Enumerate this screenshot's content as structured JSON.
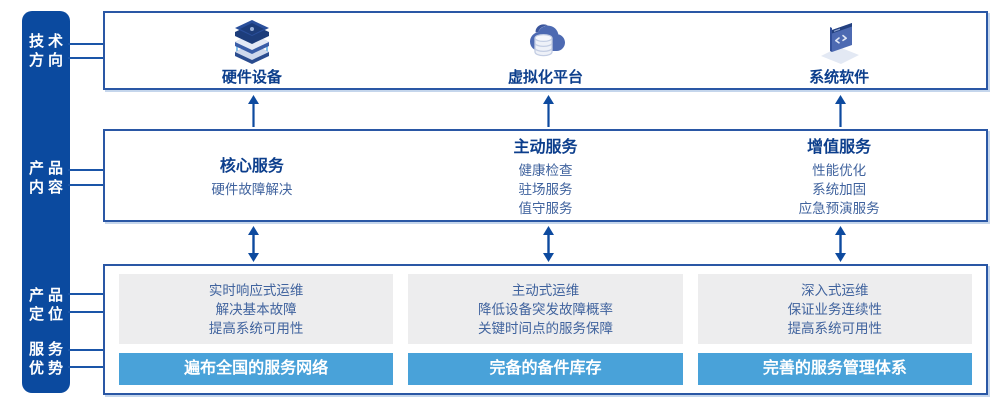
{
  "colors": {
    "sidebar_bg": "#0b4a9f",
    "box_border": "#2a57a5",
    "title_text": "#0c3e8c",
    "body_text": "#40639e",
    "gray_card_bg": "#ededee",
    "advantage_bar_bg": "#49a2d9",
    "arrow": "#0d4a9f"
  },
  "sidebar": {
    "items": [
      {
        "line1": "技术",
        "line2": "方向"
      },
      {
        "line1": "产品",
        "line2": "内容"
      },
      {
        "line1": "产品",
        "line2": "定位"
      },
      {
        "line1": "服务",
        "line2": "优势"
      }
    ]
  },
  "tech_row": {
    "items": [
      {
        "icon": "server-stack-icon",
        "label": "硬件设备"
      },
      {
        "icon": "cloud-database-icon",
        "label": "虚拟化平台"
      },
      {
        "icon": "code-window-icon",
        "label": "系统软件"
      }
    ]
  },
  "content_row": {
    "items": [
      {
        "title": "核心服务",
        "lines": [
          "硬件故障解决"
        ]
      },
      {
        "title": "主动服务",
        "lines": [
          "健康检查",
          "驻场服务",
          "值守服务"
        ]
      },
      {
        "title": "增值服务",
        "lines": [
          "性能优化",
          "系统加固",
          "应急预演服务"
        ]
      }
    ]
  },
  "bottom_row": {
    "items": [
      {
        "positioning_lines": [
          "实时响应式运维",
          "解决基本故障",
          "提高系统可用性"
        ],
        "advantage": "遍布全国的服务网络"
      },
      {
        "positioning_lines": [
          "主动式运维",
          "降低设备突发故障概率",
          "关键时间点的服务保障"
        ],
        "advantage": "完备的备件库存"
      },
      {
        "positioning_lines": [
          "深入式运维",
          "保证业务连续性",
          "提高系统可用性"
        ],
        "advantage": "完善的服务管理体系"
      }
    ]
  }
}
